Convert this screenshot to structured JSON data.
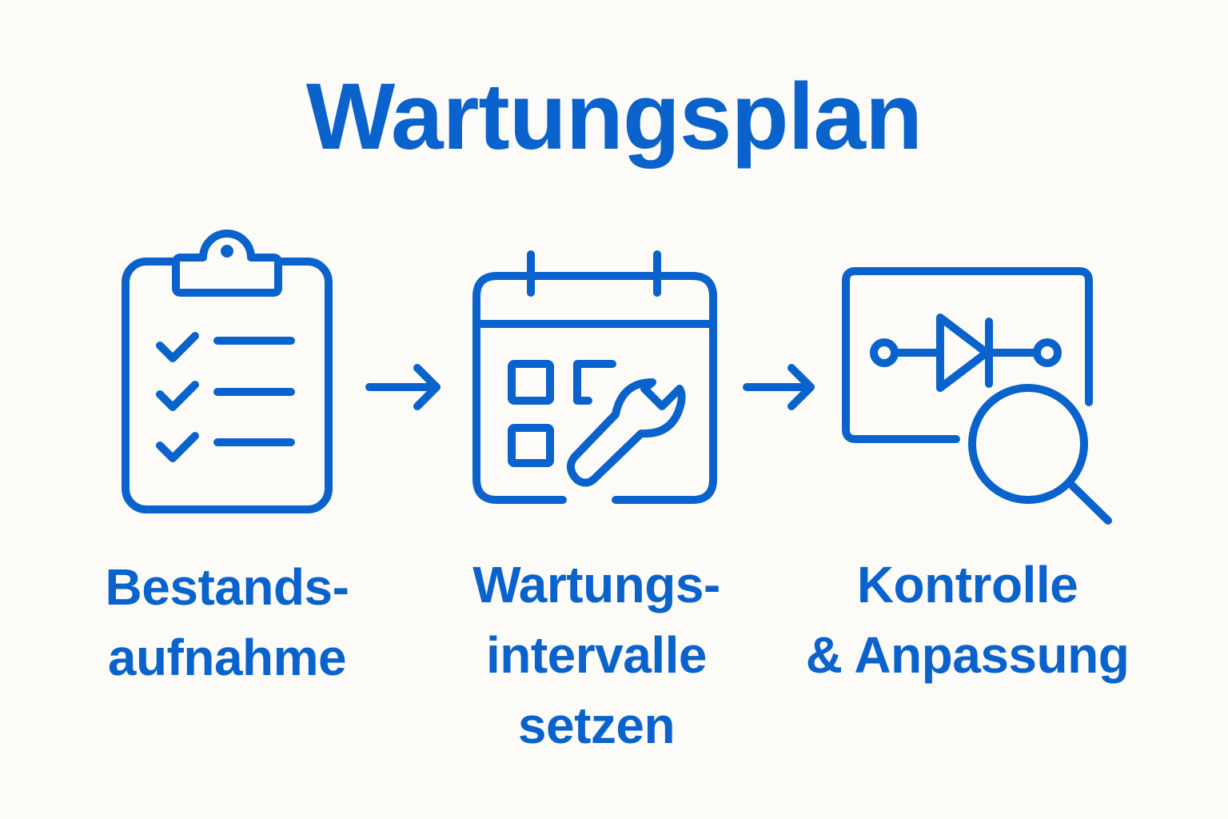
{
  "title": "Wartungsplan",
  "colors": {
    "accent": "#0a63cc",
    "background": "#fcfbf7"
  },
  "steps": [
    {
      "icon": "clipboard-checklist-icon",
      "lines": [
        "Bestands-",
        "aufnahme"
      ]
    },
    {
      "icon": "calendar-wrench-icon",
      "lines": [
        "Wartungs-",
        "intervalle",
        "setzen"
      ]
    },
    {
      "icon": "diode-magnifier-icon",
      "lines": [
        "Kontrolle",
        "& Anpassung"
      ]
    }
  ],
  "connectors": [
    "arrow-right-icon",
    "arrow-right-icon"
  ]
}
